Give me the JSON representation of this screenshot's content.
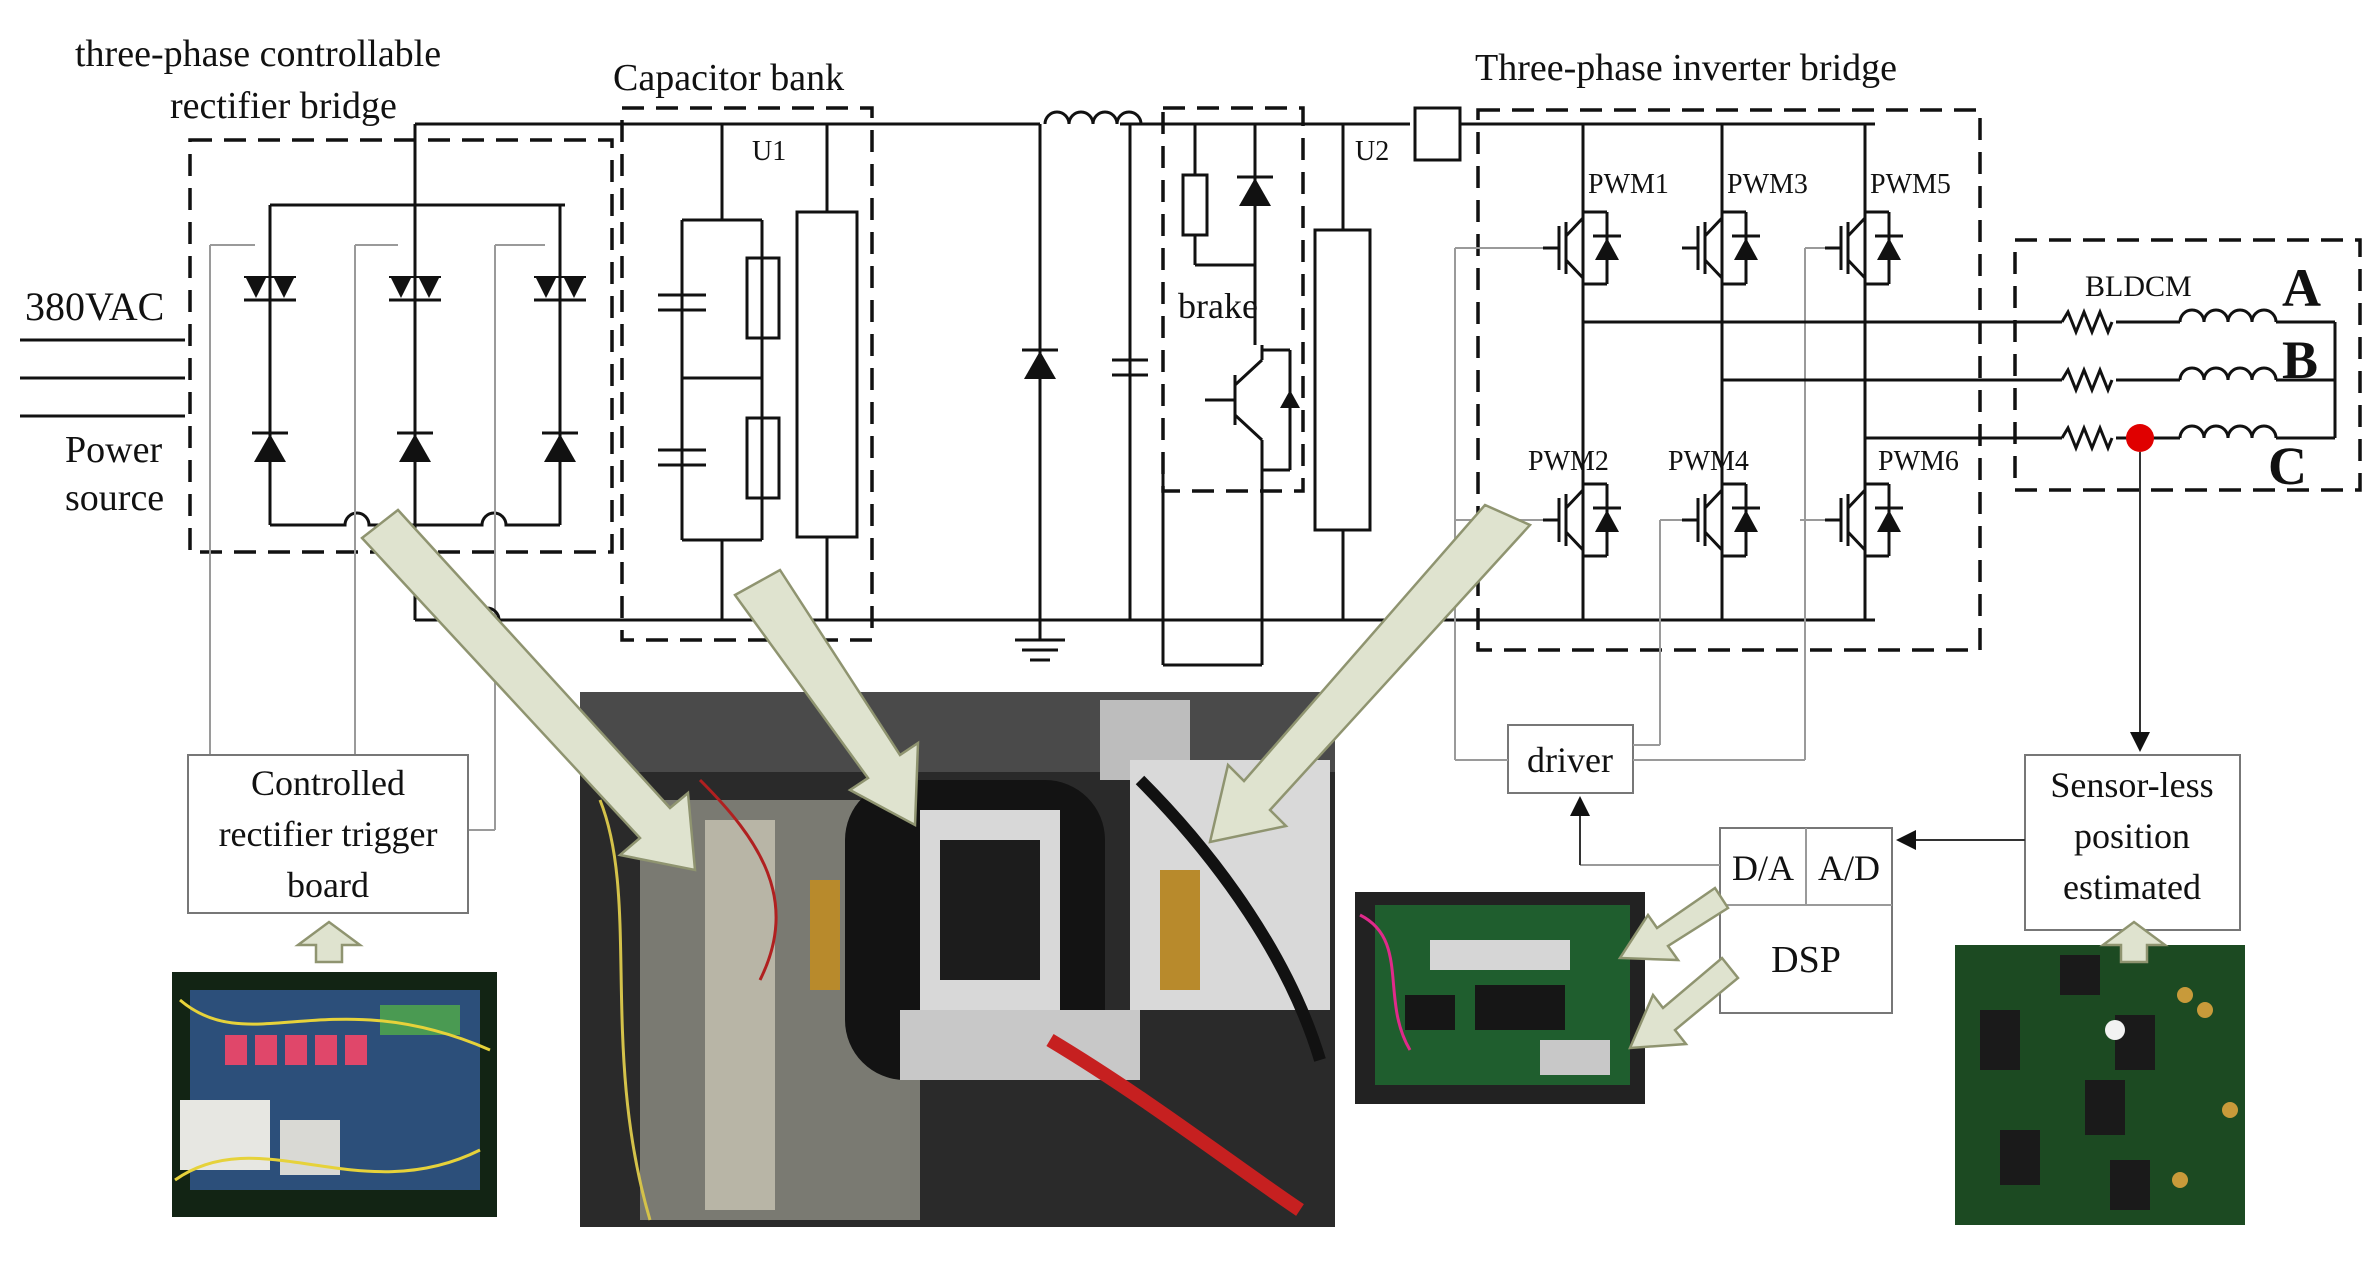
{
  "labels": {
    "rectifier_title_line1": "three-phase controllable",
    "rectifier_title_line2": "rectifier bridge",
    "capacitor_bank": "Capacitor bank",
    "inverter_title": "Three-phase inverter bridge",
    "source_voltage": "380VAC",
    "source_line1": "Power",
    "source_line2": "source",
    "u1": "U1",
    "u2": "U2",
    "brake": "brake",
    "pwm1": "PWM1",
    "pwm2": "PWM2",
    "pwm3": "PWM3",
    "pwm4": "PWM4",
    "pwm5": "PWM5",
    "pwm6": "PWM6",
    "motor": "BLDCM",
    "phase_a": "A",
    "phase_b": "B",
    "phase_c": "C",
    "trigger_line1": "Controlled",
    "trigger_line2": "rectifier trigger",
    "trigger_line3": "board",
    "driver": "driver",
    "da": "D/A",
    "ad": "A/D",
    "dsp": "DSP",
    "sensorless_line1": "Sensor-less",
    "sensorless_line2": "position",
    "sensorless_line3": "estimated"
  },
  "photos": [
    "trigger-board-photo",
    "power-stage-photo",
    "dsp-board-photo",
    "estimator-board-photo"
  ],
  "colors": {
    "sensor_point": "#e00000",
    "callout_arrow": "#dfe3cf",
    "pcb_green": "#1f5e2e",
    "pcb_blue": "#2c4f7a"
  }
}
